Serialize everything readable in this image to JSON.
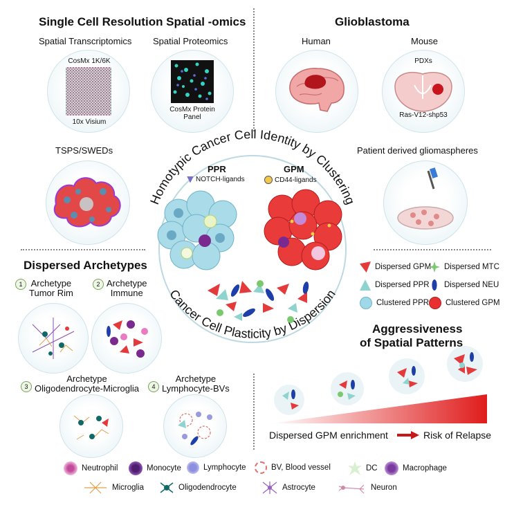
{
  "panels": {
    "spatial_omics": {
      "title": "Single Cell Resolution Spatial -omics",
      "transcriptomics": {
        "label": "Spatial Transcriptomics",
        "top_text": "CosMx 1K/6K",
        "bottom_text": "10x Visium"
      },
      "proteomics": {
        "label": "Spatial Proteomics",
        "panel_text": "CosMx Protein Panel"
      },
      "tsps": {
        "label": "TSPS/SWEDs"
      }
    },
    "glioblastoma": {
      "title": "Glioblastoma",
      "human": {
        "label": "Human"
      },
      "mouse": {
        "label": "Mouse",
        "top_text": "PDXs",
        "bottom_text": "Ras-V12-shp53"
      },
      "gliomaspheres": {
        "label": "Patient derived gliomaspheres"
      }
    },
    "center": {
      "top_arc": "Homotypic Cancer Cell Identity by Clustering",
      "bottom_arc": "Cancer Cell Plasticity by Dispersion",
      "ppr": {
        "title": "PPR",
        "ligand": "NOTCH-ligands"
      },
      "gpm": {
        "title": "GPM",
        "ligand": "CD44-ligands"
      }
    },
    "archetypes": {
      "title": "Dispersed Archetypes",
      "items": [
        {
          "num": "1",
          "line1": "Archetype",
          "line2": "Tumor Rim"
        },
        {
          "num": "2",
          "line1": "Archetype",
          "line2": "Immune"
        },
        {
          "num": "3",
          "line1": "Archetype",
          "line2": "Oligodendrocyte-Microglia"
        },
        {
          "num": "4",
          "line1": "Archetype",
          "line2": "Lymphocyte-BVs"
        }
      ]
    },
    "cell_legend": [
      {
        "label": "Dispersed GPM",
        "color": "#e33b3b"
      },
      {
        "label": "Dispersed MTC",
        "color": "#7bc96f"
      },
      {
        "label": "Dispersed PPR",
        "color": "#8fd3cf"
      },
      {
        "label": "Dispersed NEU",
        "color": "#1f3fa8"
      },
      {
        "label": "Clustered PPR",
        "color": "#9fd8e6"
      },
      {
        "label": "Clustered GPM",
        "color": "#e83030"
      }
    ],
    "aggressiveness": {
      "title_line1": "Aggressiveness",
      "title_line2": "of Spatial Patterns",
      "left_label": "Dispersed GPM enrichment",
      "right_label": "Risk of Relapse"
    },
    "bottom_legend": [
      {
        "label": "Neutrophil",
        "icon": "neutrophil-icon"
      },
      {
        "label": "Monocyte",
        "icon": "monocyte-icon"
      },
      {
        "label": "Lymphocyte",
        "icon": "lymphocyte-icon"
      },
      {
        "label": "BV, Blood vessel",
        "icon": "blood-vessel-icon"
      },
      {
        "label": "DC",
        "icon": "dc-icon"
      },
      {
        "label": "Macrophage",
        "icon": "macrophage-icon"
      },
      {
        "label": "Microglia",
        "icon": "microglia-icon"
      },
      {
        "label": "Oligodendrocyte",
        "icon": "oligodendrocyte-icon"
      },
      {
        "label": "Astrocyte",
        "icon": "astrocyte-icon"
      },
      {
        "label": "Neuron",
        "icon": "neuron-icon"
      }
    ]
  }
}
